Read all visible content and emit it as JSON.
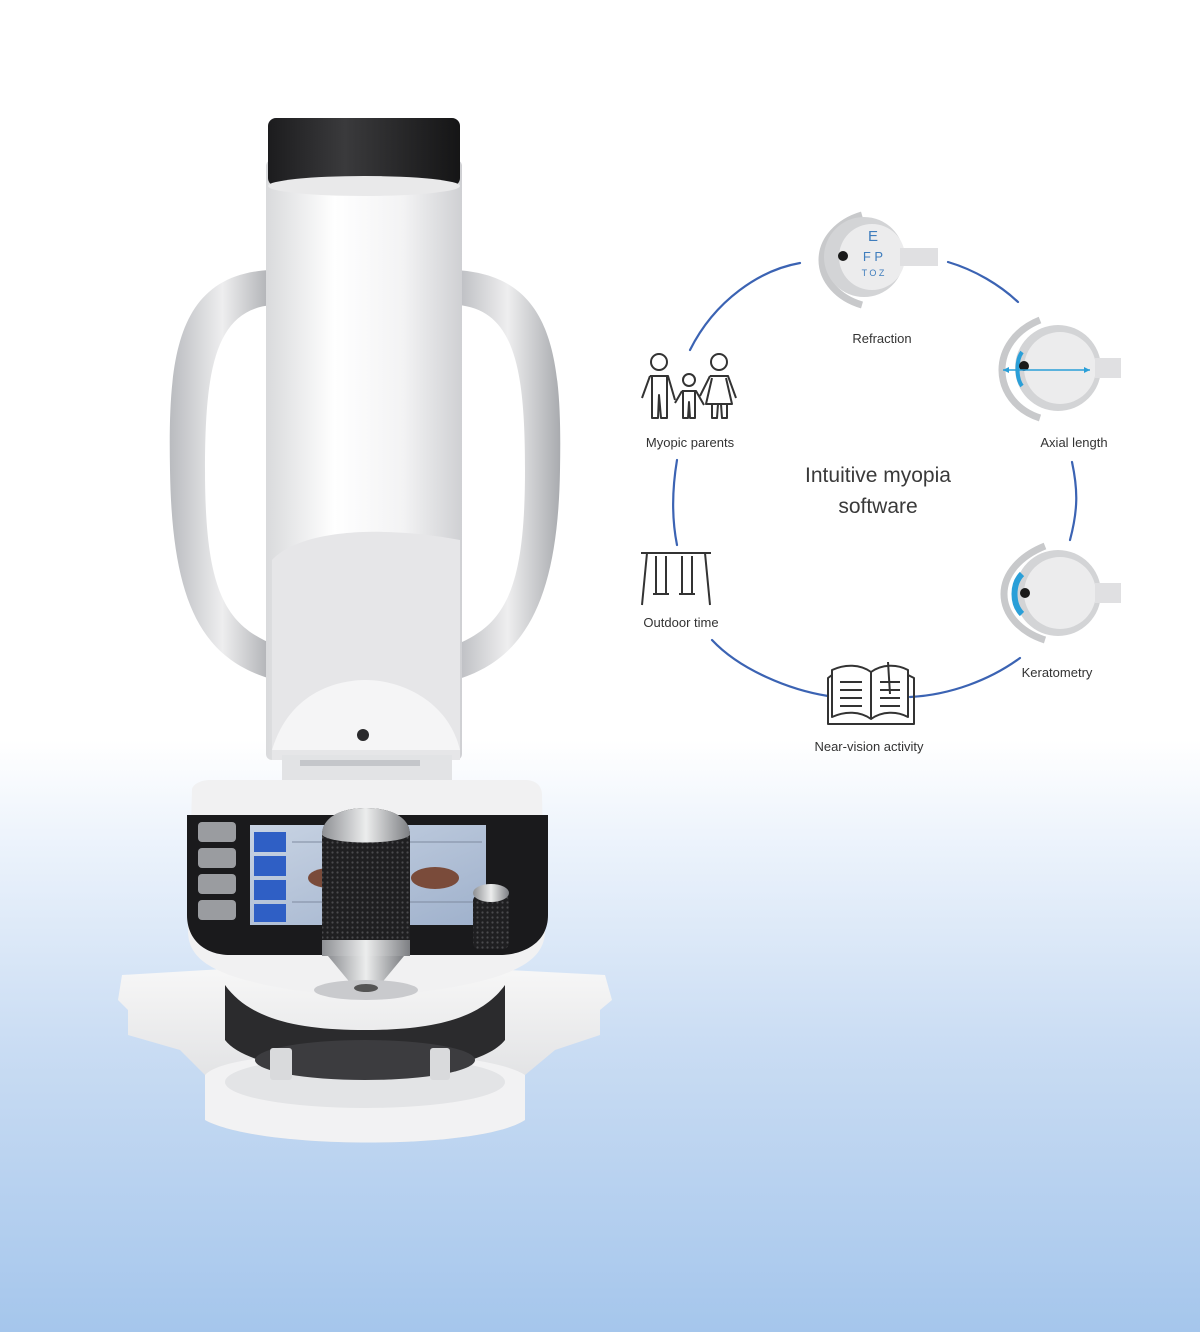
{
  "center_title": {
    "line1": "Intuitive myopia",
    "line2": "software"
  },
  "nodes": [
    {
      "label": "Refraction",
      "icon": "eye-chart-icon"
    },
    {
      "label": "Axial length",
      "icon": "eye-axial-icon"
    },
    {
      "label": "Keratometry",
      "icon": "eye-cornea-icon"
    },
    {
      "label": "Near-vision activity",
      "icon": "open-book-icon"
    },
    {
      "label": "Outdoor time",
      "icon": "swing-icon"
    },
    {
      "label": "Myopic parents",
      "icon": "family-icon"
    }
  ],
  "eye_chart": {
    "row1": "E",
    "row2": "F P",
    "row3": "T O Z"
  },
  "colors": {
    "ring": "#3b63b3",
    "accent": "#2a9fd8",
    "icon_stroke": "#333333"
  }
}
